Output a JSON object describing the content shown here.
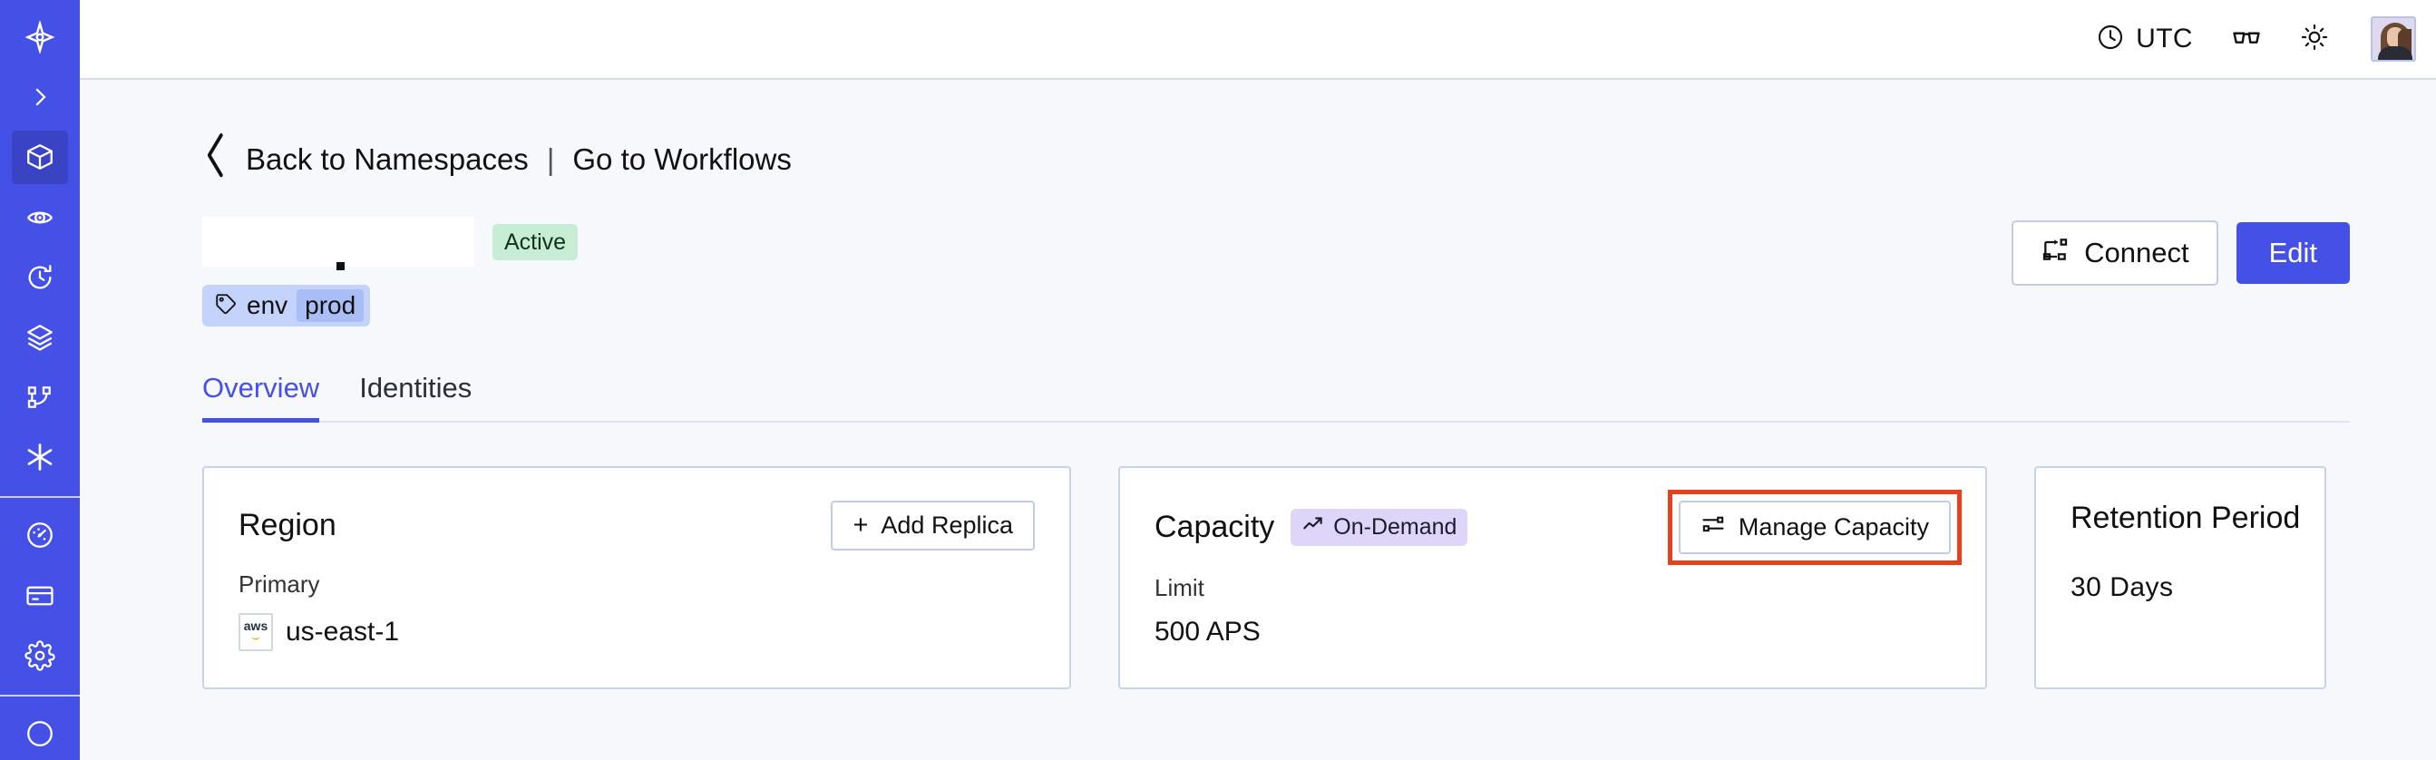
{
  "sidebar": {
    "items": [
      {
        "name": "logo",
        "icon": "temporal-logo-icon",
        "active": false
      },
      {
        "name": "expand",
        "icon": "chevron-right-icon",
        "active": false
      },
      {
        "name": "namespaces",
        "icon": "cube-icon",
        "active": true
      },
      {
        "name": "observability",
        "icon": "eye-icon",
        "active": false
      },
      {
        "name": "schedules",
        "icon": "clock-history-icon",
        "active": false
      },
      {
        "name": "layers",
        "icon": "layers-icon",
        "active": false
      },
      {
        "name": "workflows",
        "icon": "sitemap-icon",
        "active": false
      },
      {
        "name": "nexus",
        "icon": "asterisk-icon",
        "active": false
      },
      {
        "name": "usage",
        "icon": "gauge-icon",
        "active": false
      },
      {
        "name": "billing",
        "icon": "credit-card-icon",
        "active": false
      },
      {
        "name": "settings",
        "icon": "gear-icon",
        "active": false
      }
    ]
  },
  "topbar": {
    "timezone_label": "UTC",
    "timezone_icon": "clock-icon",
    "reader_icon": "glasses-icon",
    "theme_icon": "sun-icon",
    "avatar_icon": "user-avatar"
  },
  "breadcrumb": {
    "back_chevron": "‹",
    "back_label": "Back to Namespaces",
    "separator": "|",
    "forward_label": "Go to Workflows"
  },
  "header": {
    "namespace_title": "",
    "status_badge": "Active",
    "tag_key": "env",
    "tag_value": "prod",
    "tag_icon": "tag-icon",
    "connect_label": "Connect",
    "connect_icon": "connect-flow-icon",
    "edit_label": "Edit"
  },
  "tabs": [
    {
      "label": "Overview",
      "active": true
    },
    {
      "label": "Identities",
      "active": false
    }
  ],
  "cards": {
    "region": {
      "title": "Region",
      "action_label": "Add Replica",
      "action_icon": "plus-icon",
      "sub_label": "Primary",
      "provider_icon": "aws-logo-icon",
      "provider_text": "aws",
      "value": "us-east-1"
    },
    "capacity": {
      "title": "Capacity",
      "badge_label": "On-Demand",
      "badge_icon": "trending-up-icon",
      "action_label": "Manage Capacity",
      "action_icon": "sliders-icon",
      "action_highlighted": true,
      "sub_label": "Limit",
      "value": "500 APS"
    },
    "retention": {
      "title": "Retention Period",
      "value": "30  Days"
    }
  },
  "colors": {
    "brand_indigo": "#4550e6",
    "sidebar_active": "#3a43c4",
    "page_bg": "#f7f8fc",
    "card_border": "#c9d3e8",
    "status_green_bg": "#c7eed4",
    "tag_blue_bg": "#c3d3fb",
    "tag_value_bg": "#a9bef7",
    "badge_purple_bg": "#ddd6f8",
    "highlight_red": "#e8401c"
  }
}
